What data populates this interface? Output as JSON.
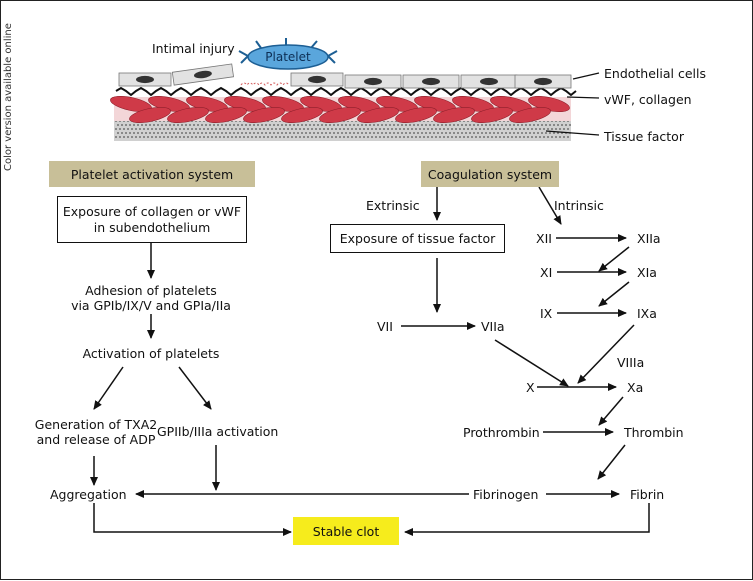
{
  "header_art": {
    "intimal_injury": "Intimal injury",
    "platelet": "Platelet",
    "endothelial_cells": "Endothelial cells",
    "vwf_collagen": "vWF, collagen",
    "tissue_factor": "Tissue factor"
  },
  "side_note": "Color version available online",
  "platelet_system": {
    "header": "Platelet activation system",
    "exposure_line1": "Exposure of collagen or vWF",
    "exposure_line2": "in subendothelium",
    "adhesion_line1": "Adhesion of platelets",
    "adhesion_line2": "via GPIb/IX/V and GPIa/IIa",
    "activation": "Activation of platelets",
    "txa2_line1": "Generation of TXA2",
    "txa2_line2": "and release of ADP",
    "gp_activation": "GPIIb/IIIa activation",
    "aggregation": "Aggregation"
  },
  "coagulation_system": {
    "header": "Coagulation system",
    "extrinsic": "Extrinsic",
    "intrinsic": "Intrinsic",
    "exposure_tf": "Exposure of tissue factor",
    "xii": "XII",
    "xiia": "XIIa",
    "xi": "XI",
    "xia": "XIa",
    "ix": "IX",
    "ixa": "IXa",
    "vii": "VII",
    "viia": "VIIa",
    "viiia": "VIIIa",
    "x": "X",
    "xa": "Xa",
    "prothrombin": "Prothrombin",
    "thrombin": "Thrombin",
    "fibrinogen": "Fibrinogen",
    "fibrin": "Fibrin"
  },
  "result": {
    "stable_clot": "Stable clot"
  },
  "colors": {
    "header_box": "#c8bf98",
    "stable_clot": "#f6ec1c",
    "platelet": "#5aa6dc",
    "red_cells": "#cf3a48",
    "endothelium": "#e2e2e2"
  }
}
